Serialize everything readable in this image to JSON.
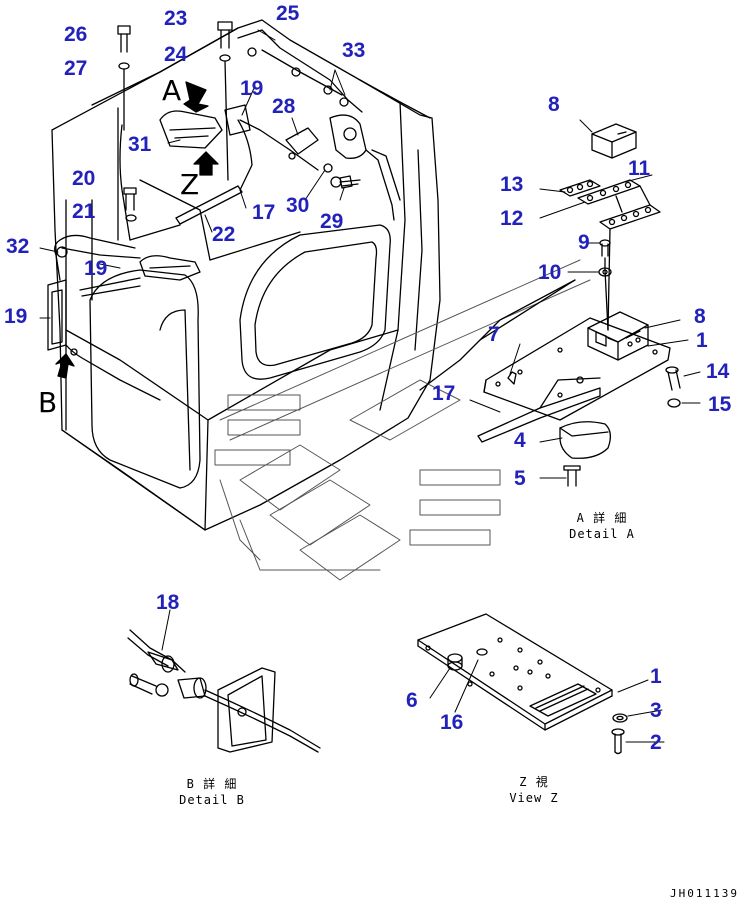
{
  "drawing": {
    "drawing_id": "JH011139",
    "ink_color": "#000000",
    "callout_color": "#2222bb"
  },
  "callouts": [
    "26",
    "27",
    "23",
    "24",
    "25",
    "33",
    "8",
    "19",
    "28",
    "31",
    "11",
    "13",
    "20",
    "30",
    "29",
    "12",
    "17",
    "21",
    "22",
    "9",
    "32",
    "10",
    "19",
    "19",
    "8",
    "7",
    "1",
    "14",
    "17",
    "15",
    "4",
    "5",
    "18",
    "1",
    "3",
    "6",
    "16",
    "2"
  ],
  "view_letters": [
    "A",
    "B",
    "Z"
  ],
  "details": {
    "a_jp": "A 詳 細",
    "a_en": "Detail A",
    "b_jp": "B 詳 細",
    "b_en": "Detail B",
    "z_jp": "Z  視",
    "z_en": "View Z"
  }
}
